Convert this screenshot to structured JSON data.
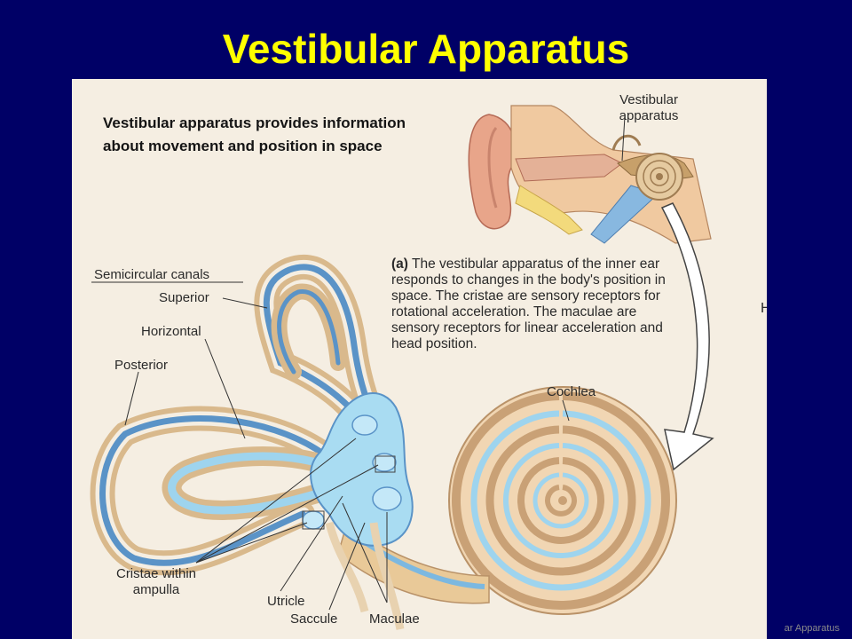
{
  "slide": {
    "title": "Vestibular Apparatus",
    "intro_text": "Vestibular apparatus provides information about movement and position in space",
    "footer_text": "ar Apparatus"
  },
  "figure": {
    "labels": {
      "vestibular_apparatus": "Vestibular apparatus",
      "semicircular_canals": "Semicircular canals",
      "superior": "Superior",
      "horizontal": "Horizontal",
      "posterior": "Posterior",
      "cochlea": "Cochlea",
      "cristae": "Cristae within ampulla",
      "utricle": "Utricle",
      "saccule": "Saccule",
      "maculae": "Maculae",
      "partial_letter": "H"
    },
    "caption_part": "(a)",
    "caption_text": "The vestibular apparatus of the inner ear responds to changes in the body's position in space. The cristae are sensory receptors for rotational acceleration. The maculae are sensory receptors for linear acceleration and head position."
  },
  "colors": {
    "background": "#000066",
    "title": "#ffff00",
    "panel": "#f5eee2",
    "bone": "#d9b98c",
    "membrane": "#9ed4ee",
    "nerve": "#e8d2b0"
  }
}
